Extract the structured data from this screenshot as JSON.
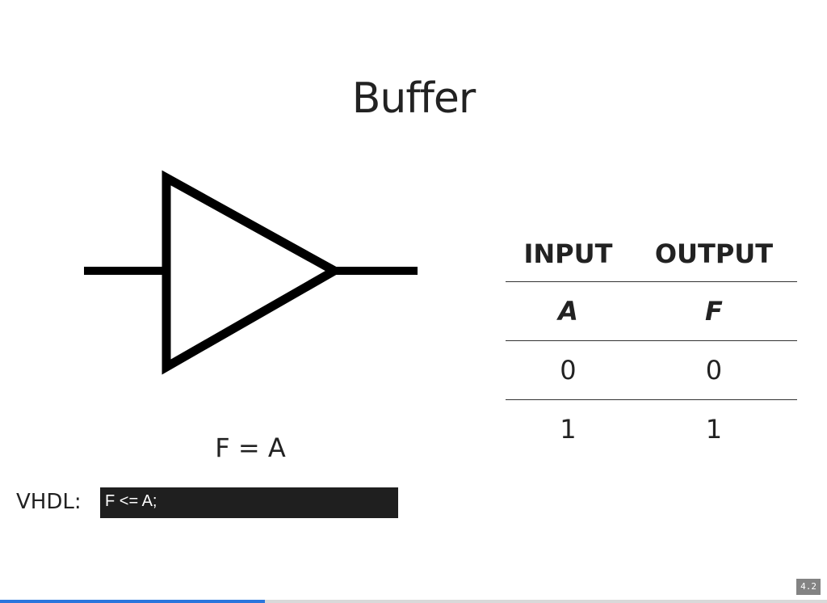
{
  "slide": {
    "title": "Buffer",
    "equation": "F = A",
    "vhdl_label": "VHDL:",
    "vhdl_code": "F <= A;",
    "slide_number": "4.2"
  },
  "truth_table": {
    "headers": [
      "INPUT",
      "OUTPUT"
    ],
    "variables": [
      "A",
      "F"
    ],
    "rows": [
      [
        "0",
        "0"
      ],
      [
        "1",
        "1"
      ]
    ]
  },
  "progress": {
    "fraction": 0.32,
    "color": "#2a76dd"
  },
  "icons": {
    "gate": "buffer-gate-icon"
  }
}
